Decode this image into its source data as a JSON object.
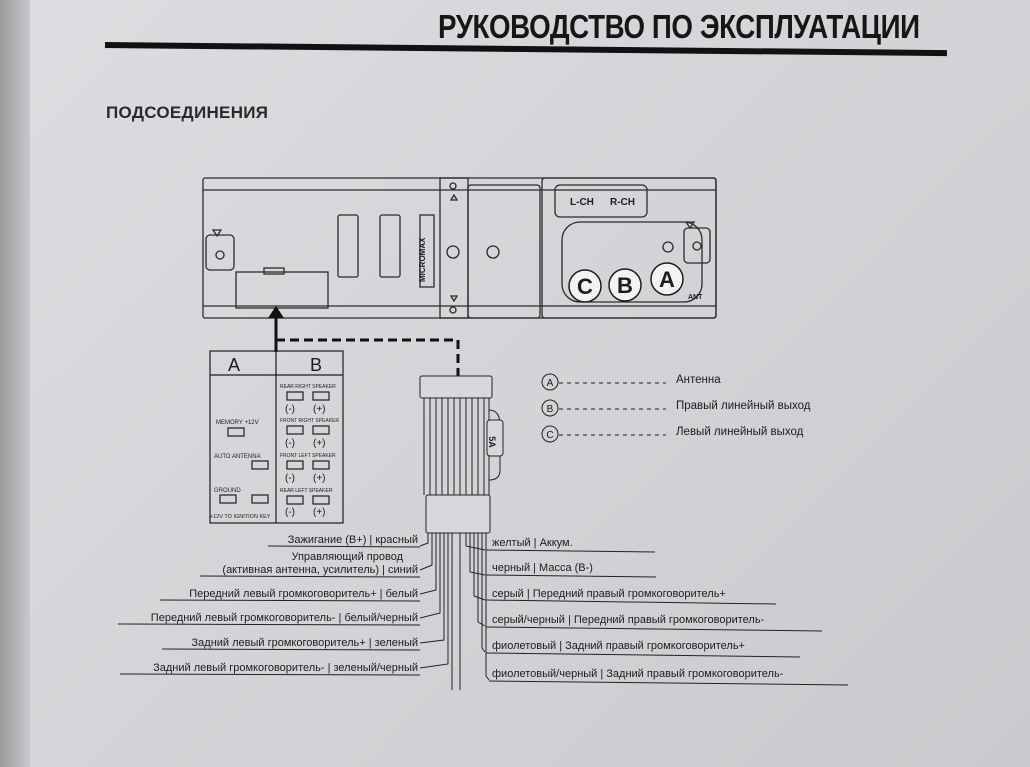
{
  "header": {
    "manual_title": "РУКОВОДСТВО ПО ЭКСПЛУАТАЦИИ",
    "section_title": "ПОДСОЕДИНЕНИЯ"
  },
  "unit": {
    "channel_left": "L-CH",
    "channel_right": "R-CH",
    "output_c": "C",
    "output_b": "B",
    "output_a": "A",
    "ant_mark": "ANT",
    "brand_stamp": "MICROMAX"
  },
  "connector": {
    "block_a_title": "A",
    "block_b_title": "B",
    "memory": "MEMORY +12V",
    "auto_antenna": "AUTO ANTENNA",
    "ground": "GROUND",
    "ignition": "+12V TO IGNITION KEY",
    "rear_right": "REAR RIGHT SPEAKER",
    "front_right": "FRONT RIGHT SPEAKER",
    "front_left": "FRONT LEFT SPEAKER",
    "rear_left": "REAR LEFT SPEAKER",
    "minus": "(-)",
    "plus": "(+)",
    "fuse": "5A"
  },
  "legend": [
    {
      "letter": "A",
      "text": "Антенна"
    },
    {
      "letter": "B",
      "text": "Правый линейный выход"
    },
    {
      "letter": "C",
      "text": "Левый линейный выход"
    }
  ],
  "wires_left": [
    {
      "text": "Зажигание (В+) | красный"
    },
    {
      "text": "Управляющий провод"
    },
    {
      "text": "(активная антенна, усилитель) | синий"
    },
    {
      "text": "Передний левый громкоговоритель+ | белый"
    },
    {
      "text": "Передний левый громкоговоритель- | белый/черный"
    },
    {
      "text": "Задний левый громкоговоритель+ | зеленый"
    },
    {
      "text": "Задний левый громкоговоритель- | зеленый/черный"
    }
  ],
  "wires_right": [
    {
      "text": "желтый | Аккум."
    },
    {
      "text": "черный | Масса (В-)"
    },
    {
      "text": "серый | Передний правый громкоговоритель+"
    },
    {
      "text": "серый/черный | Передний правый громкоговоритель-"
    },
    {
      "text": "фиолетовый | Задний правый громкоговоритель+"
    },
    {
      "text": "фиолетовый/черный | Задний правый громкоговоритель-"
    }
  ]
}
